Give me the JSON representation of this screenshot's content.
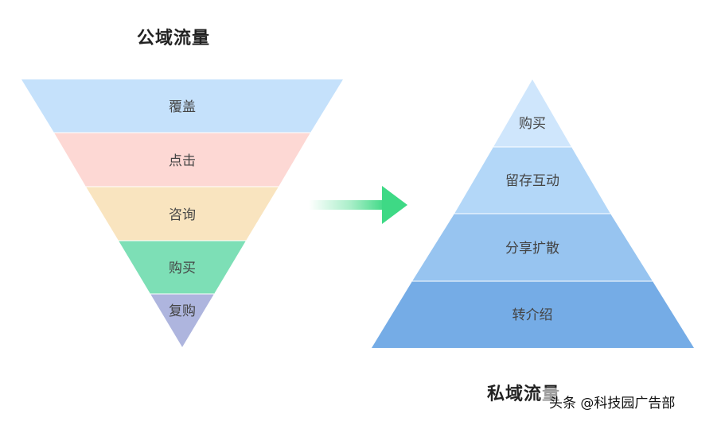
{
  "funnel": {
    "title": "公域流量",
    "stages": [
      {
        "label": "覆盖",
        "color": "#c5e1fb"
      },
      {
        "label": "点击",
        "color": "#fdd8d4"
      },
      {
        "label": "咨询",
        "color": "#f9e4bf"
      },
      {
        "label": "购买",
        "color": "#7ddfb6"
      },
      {
        "label": "复购",
        "color": "#aeb5de"
      }
    ]
  },
  "arrow": {
    "color": "#3ed985"
  },
  "pyramid": {
    "title": "私域流量",
    "levels": [
      {
        "label": "购买",
        "color": "#cfe6fc"
      },
      {
        "label": "留存互动",
        "color": "#b3d7f8"
      },
      {
        "label": "分享扩散",
        "color": "#97c4f0"
      },
      {
        "label": "转介绍",
        "color": "#75ace6"
      }
    ]
  },
  "watermark": {
    "text": "头条 @科技园广告部"
  }
}
